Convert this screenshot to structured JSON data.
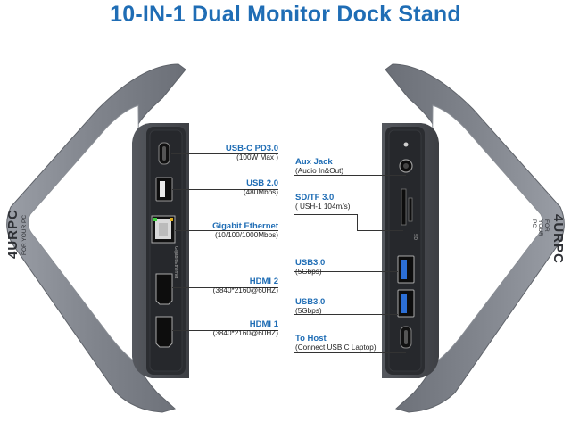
{
  "title": "10-IN-1 Dual Monitor Dock Stand",
  "brand": {
    "logo": "4URPC",
    "tagline": "FOR YOUR PC"
  },
  "colors": {
    "accent": "#1f6db5",
    "metal": "#7f838b",
    "panel": "#2b2d31"
  },
  "left_ports": [
    {
      "name": "USB-C PD3.0",
      "detail": "(100W Max )"
    },
    {
      "name": "USB 2.0",
      "detail": "(480Mbps)"
    },
    {
      "name": "Gigabit Ethernet",
      "detail": "(10/100/1000Mbps)"
    },
    {
      "name": "HDMI 2",
      "detail": "(3840*2160@60HZ)"
    },
    {
      "name": "HDMI 1",
      "detail": "(3840*2160@60HZ)"
    }
  ],
  "right_ports": [
    {
      "name": "Aux Jack",
      "detail": "(Audio In&Out)"
    },
    {
      "name": "SD/TF 3.0",
      "detail": "( USH-1 104m/s)"
    },
    {
      "name": "USB3.0",
      "detail": "(5Gbps)"
    },
    {
      "name": "USB3.0",
      "detail": "(5Gbps)"
    },
    {
      "name": "To Host",
      "detail": "(Connect USB C Laptop)"
    }
  ],
  "silkscreen": {
    "ethernet": "Gigabit Ethernet",
    "sd": "SD"
  }
}
